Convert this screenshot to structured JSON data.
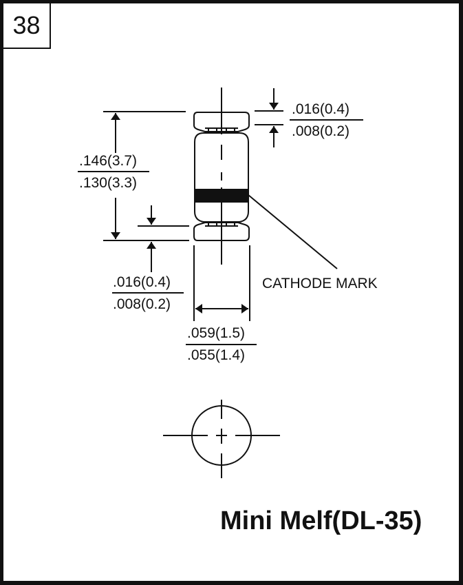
{
  "page": {
    "number": "38",
    "title": "Mini Melf(DL-35)"
  },
  "diagram": {
    "component": "diode-mini-melf",
    "dimensions": {
      "overall_length": {
        "max": ".146(3.7)",
        "min": ".130(3.3)"
      },
      "top_cap_thickness": {
        "max": ".016(0.4)",
        "min": ".008(0.2)"
      },
      "bottom_cap_thickness": {
        "max": ".016(0.4)",
        "min": ".008(0.2)"
      },
      "body_diameter": {
        "max": ".059(1.5)",
        "min": ".055(1.4)"
      }
    },
    "labels": {
      "cathode_mark": "CATHODE MARK"
    }
  }
}
